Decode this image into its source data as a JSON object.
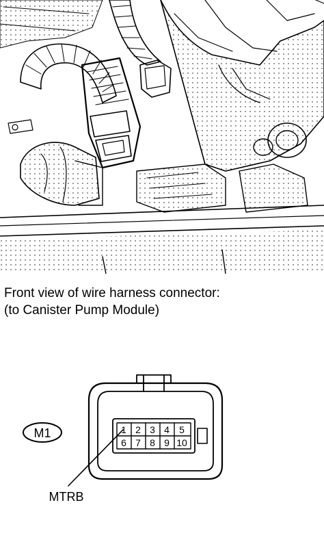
{
  "caption": {
    "line1": "Front view of wire harness connector:",
    "line2": "(to Canister Pump Module)"
  },
  "connector": {
    "id_label": "M1",
    "pins_row1": [
      "1",
      "2",
      "3",
      "4",
      "5"
    ],
    "pins_row2": [
      "6",
      "7",
      "8",
      "9",
      "10"
    ],
    "callout": "MTRB"
  }
}
